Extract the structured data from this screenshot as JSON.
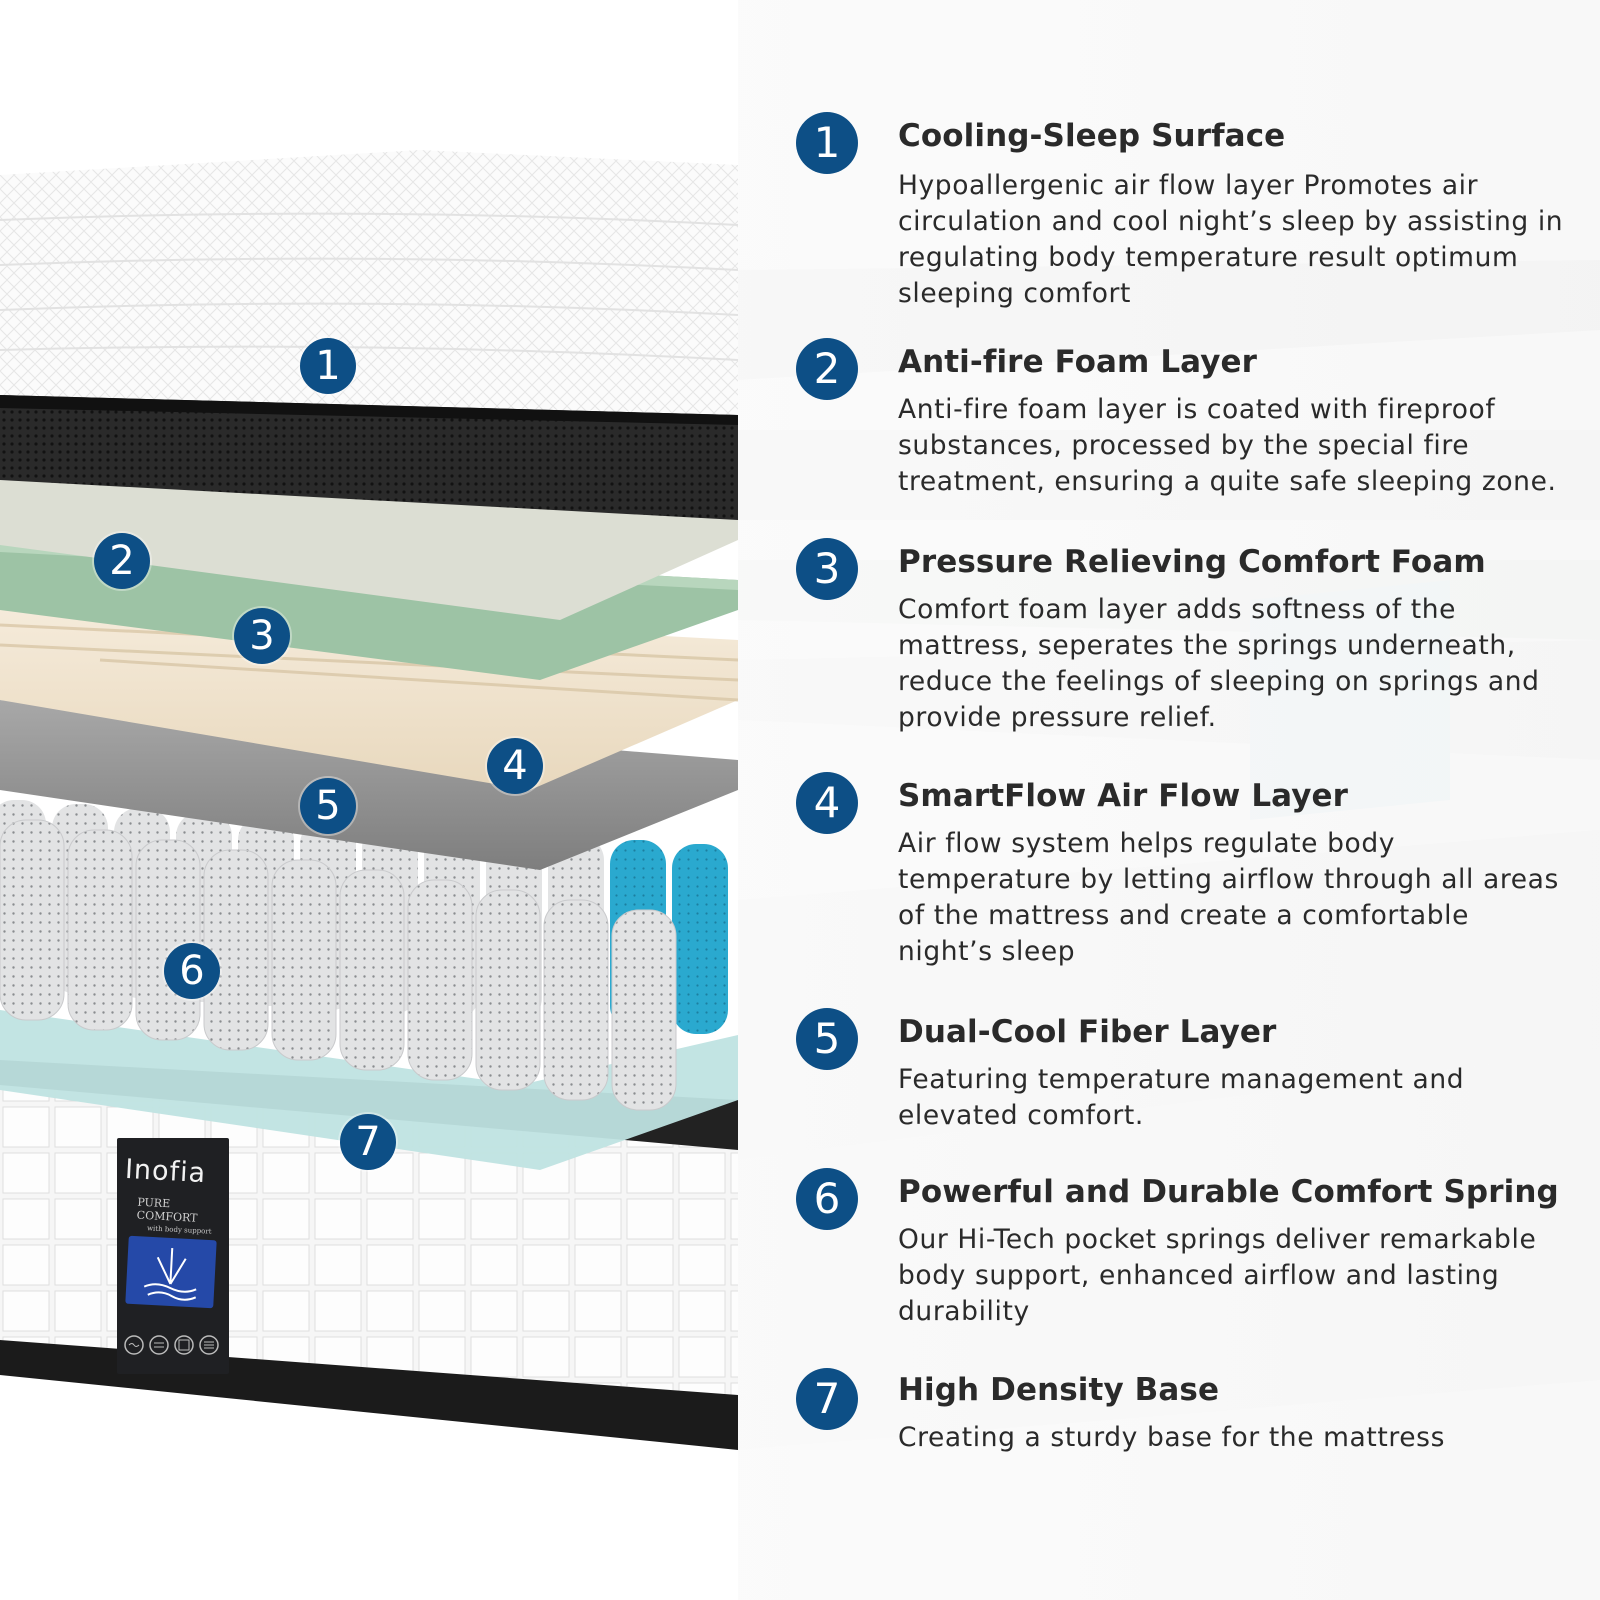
{
  "brand": {
    "name": "Inofia",
    "subtitle": "PURE COMFORT",
    "note": "with body support"
  },
  "layers": [
    {
      "number": "1",
      "title": "Cooling-Sleep Surface",
      "description": "Hypoallergenic air flow layer Promotes air circulation and cool night’s sleep by assisting in regulating body temperature result optimum sleeping comfort"
    },
    {
      "number": "2",
      "title": "Anti-fire Foam Layer",
      "description": "Anti-fire foam layer is coated with fireproof substances, processed by the special fire treatment, ensuring a quite safe sleeping zone."
    },
    {
      "number": "3",
      "title": "Pressure Relieving Comfort Foam",
      "description": "Comfort foam layer adds softness of the mattress, seperates the springs underneath, reduce the feelings of sleeping on springs and provide pressure relief."
    },
    {
      "number": "4",
      "title": "SmartFlow Air Flow Layer",
      "description": "Air flow system helps regulate body temperature by letting airflow through all areas of the mattress and create a comfortable night’s sleep"
    },
    {
      "number": "5",
      "title": "Dual-Cool Fiber Layer",
      "description": "Featuring temperature management and elevated comfort."
    },
    {
      "number": "6",
      "title": "Powerful and Durable Comfort Spring",
      "description": "Our Hi-Tech pocket springs deliver remarkable body support, enhanced airflow and lasting durability"
    },
    {
      "number": "7",
      "title": "High Density Base",
      "description": "Creating a sturdy base for the mattress"
    }
  ],
  "colors": {
    "badge": "#0d4f86",
    "text": "#2a2a2a",
    "spring_accent": "#2aa9cf",
    "comfort_foam": "#9dc3a5",
    "airflow_foam": "#f0e4d1",
    "fiber_layer": "#8f8f8f",
    "base_layer": "#bfe3e2",
    "brand_label": "#1f2023"
  },
  "icons": [
    "wave-icon",
    "air-flow-icon",
    "spring-icon",
    "layers-icon"
  ]
}
